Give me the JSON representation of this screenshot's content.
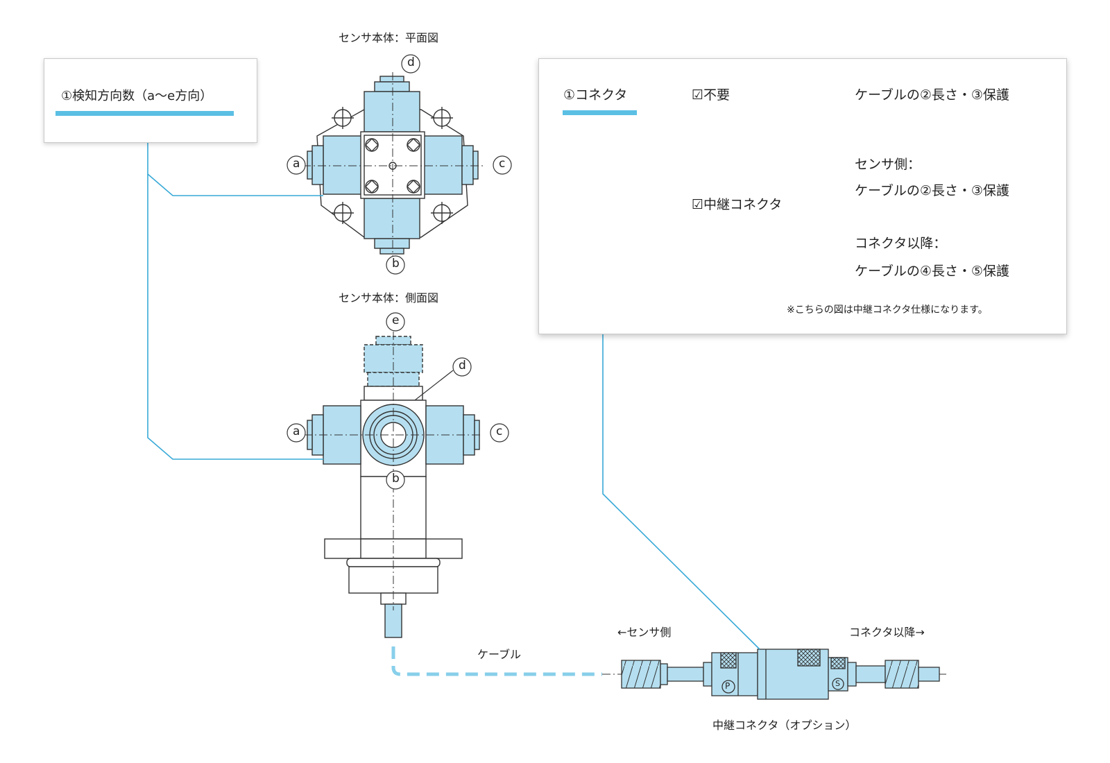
{
  "colors": {
    "accent": "#5bbfe4",
    "body_fill": "#b5dff0",
    "leader": "#37a9d7",
    "cable_dash": "#88cfea",
    "outline": "#333333"
  },
  "top_view_title": "センサ本体：平面図",
  "side_view_title": "センサ本体：側面図",
  "direction_labels": {
    "a": "a",
    "b": "b",
    "c": "c",
    "d": "d",
    "e": "e"
  },
  "left_callout": {
    "text": "①検知方向数（a〜e方向）"
  },
  "connector_box": {
    "root": "①コネクタ",
    "option_none": "☑不要",
    "option_none_result": "ケーブルの②長さ・③保護",
    "option_relay": "☑中継コネクタ",
    "relay_sensor_side_title": "センサ側：",
    "relay_sensor_side_detail": "ケーブルの②長さ・③保護",
    "relay_after_title": "コネクタ以降：",
    "relay_after_detail": "ケーブルの④長さ・⑤保護",
    "note": "※こちらの図は中継コネクタ仕様になります。"
  },
  "cable_label": "ケーブル",
  "relay_connector": {
    "left_label": "←センサ側",
    "right_label": "コネクタ以降→",
    "caption": "中継コネクタ（オプション）",
    "mark_p": "P",
    "mark_s": "S"
  }
}
